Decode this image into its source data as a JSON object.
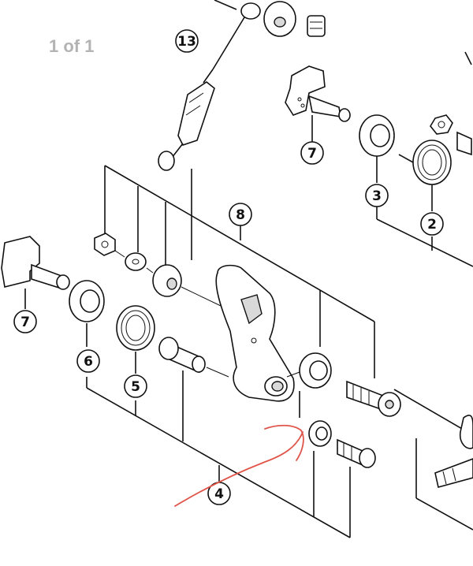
{
  "page_indicator": "1 of 1",
  "callouts": [
    {
      "id": "13",
      "label": "13"
    },
    {
      "id": "7a",
      "label": "7"
    },
    {
      "id": "3",
      "label": "3"
    },
    {
      "id": "2",
      "label": "2"
    },
    {
      "id": "8",
      "label": "8"
    },
    {
      "id": "7b",
      "label": "7"
    },
    {
      "id": "6",
      "label": "6"
    },
    {
      "id": "5",
      "label": "5"
    },
    {
      "id": "4",
      "label": "4"
    }
  ],
  "colors": {
    "line": "#111111",
    "page_indicator": "#b3b3b3",
    "annotation": "#e0554a"
  }
}
